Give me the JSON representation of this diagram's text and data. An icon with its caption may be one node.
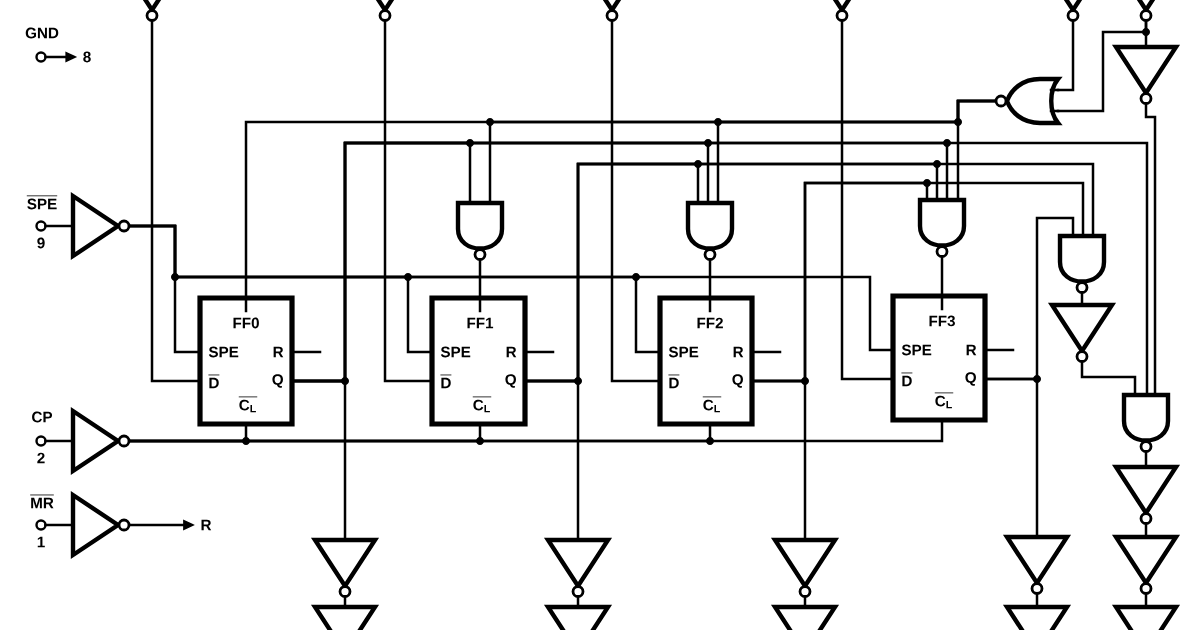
{
  "diagram": {
    "nodes": [
      {
        "text": [
          "GND"
        ]
      },
      {
        "text": [
          "8"
        ]
      },
      {
        "text": [],
        "shape": "triangle"
      },
      {
        "text": [],
        "shape": "triangle"
      },
      {
        "text": [],
        "shape": "triangle"
      },
      {
        "text": [],
        "shape": "triangle"
      },
      {
        "text": [],
        "shape": "triangle"
      },
      {
        "text": [],
        "shape": "triangle"
      },
      {
        "text": [],
        "shape": "gate"
      },
      {
        "text": [],
        "shape": "triangle"
      },
      {
        "text": [
          "SPE",
          "9"
        ]
      },
      {
        "text": [],
        "shape": "triangle"
      },
      {
        "text": [],
        "shape": "gate"
      },
      {
        "text": [],
        "shape": "gate"
      },
      {
        "text": [],
        "shape": "gate"
      },
      {
        "text": [],
        "shape": "gate"
      },
      {
        "text": [
          "FF0",
          "SPE",
          "R",
          "D",
          "Q",
          "C$_{L}$"
        ]
      },
      {
        "text": [
          "FF1",
          "SPE",
          "R",
          "D",
          "Q",
          "C$_{L}$"
        ]
      },
      {
        "text": [
          "FF2",
          "SPE",
          "R",
          "D",
          "Q",
          "C$_{L}$"
        ]
      },
      {
        "text": [
          "FF3",
          "SPE",
          "R",
          "D",
          "Q",
          "C$_{L}$"
        ]
      },
      {
        "text": [],
        "shape": "triangle"
      },
      {
        "text": [
          "CP",
          "2"
        ]
      },
      {
        "text": [],
        "shape": "triangle"
      },
      {
        "text": [],
        "shape": "gate"
      },
      {
        "text": [
          "MR",
          "1"
        ]
      },
      {
        "text": [],
        "shape": "triangle"
      },
      {
        "text": [
          "R"
        ]
      },
      {
        "text": [],
        "shape": "triangle"
      },
      {
        "text": [],
        "shape": "triangle"
      },
      {
        "text": [],
        "shape": "triangle"
      },
      {
        "text": [],
        "shape": "triangle"
      },
      {
        "text": [],
        "shape": "triangle"
      },
      {
        "text": [],
        "shape": "triangle"
      },
      {
        "text": [],
        "shape": "triangle"
      },
      {
        "text": [],
        "shape": "triangle"
      },
      {
        "text": [],
        "shape": "triangle"
      },
      {
        "text": [],
        "shape": "triangle"
      },
      {
        "text": [],
        "shape": "triangle"
      }
    ],
    "edges": [
      {
        "from": 0,
        "to": 1,
        "arrow": "to"
      },
      {
        "from": 10,
        "to": 11,
        "arrow": "none"
      },
      {
        "from": 21,
        "to": 22,
        "arrow": "none"
      },
      {
        "from": 24,
        "to": 25,
        "arrow": "none"
      },
      {
        "from": 25,
        "to": 26,
        "arrow": "to"
      },
      {
        "from": 11,
        "to": 16,
        "arrow": "none"
      },
      {
        "from": 11,
        "to": 17,
        "arrow": "none"
      },
      {
        "from": 11,
        "to": 18,
        "arrow": "none"
      },
      {
        "from": 11,
        "to": 19,
        "arrow": "none"
      },
      {
        "from": 22,
        "to": 16,
        "arrow": "none"
      },
      {
        "from": 22,
        "to": 17,
        "arrow": "none"
      },
      {
        "from": 22,
        "to": 18,
        "arrow": "none"
      },
      {
        "from": 22,
        "to": 19,
        "arrow": "none"
      },
      {
        "from": 2,
        "to": 16,
        "arrow": "none"
      },
      {
        "from": 3,
        "to": 17,
        "arrow": "none"
      },
      {
        "from": 4,
        "to": 18,
        "arrow": "none"
      },
      {
        "from": 5,
        "to": 19,
        "arrow": "none"
      },
      {
        "from": 6,
        "to": 8,
        "arrow": "none"
      },
      {
        "from": 7,
        "to": 8,
        "arrow": "none"
      },
      {
        "from": 7,
        "to": 9,
        "arrow": "none"
      },
      {
        "from": 8,
        "to": 16,
        "arrow": "none"
      },
      {
        "from": 8,
        "to": 12,
        "arrow": "none"
      },
      {
        "from": 8,
        "to": 13,
        "arrow": "none"
      },
      {
        "from": 8,
        "to": 14,
        "arrow": "none"
      },
      {
        "from": 12,
        "to": 17,
        "arrow": "none"
      },
      {
        "from": 13,
        "to": 18,
        "arrow": "none"
      },
      {
        "from": 14,
        "to": 19,
        "arrow": "none"
      },
      {
        "from": 16,
        "to": 12,
        "arrow": "none"
      },
      {
        "from": 16,
        "to": 13,
        "arrow": "none"
      },
      {
        "from": 16,
        "to": 14,
        "arrow": "none"
      },
      {
        "from": 16,
        "to": 23,
        "arrow": "none"
      },
      {
        "from": 16,
        "to": 27,
        "arrow": "none"
      },
      {
        "from": 17,
        "to": 13,
        "arrow": "none"
      },
      {
        "from": 17,
        "to": 14,
        "arrow": "none"
      },
      {
        "from": 17,
        "to": 15,
        "arrow": "none"
      },
      {
        "from": 17,
        "to": 29,
        "arrow": "none"
      },
      {
        "from": 18,
        "to": 14,
        "arrow": "none"
      },
      {
        "from": 18,
        "to": 15,
        "arrow": "none"
      },
      {
        "from": 18,
        "to": 31,
        "arrow": "none"
      },
      {
        "from": 19,
        "to": 15,
        "arrow": "none"
      },
      {
        "from": 19,
        "to": 33,
        "arrow": "none"
      },
      {
        "from": 15,
        "to": 20,
        "arrow": "none"
      },
      {
        "from": 20,
        "to": 23,
        "arrow": "none"
      },
      {
        "from": 9,
        "to": 23,
        "arrow": "none"
      },
      {
        "from": 23,
        "to": 35,
        "arrow": "none"
      },
      {
        "from": 35,
        "to": 36,
        "arrow": "none"
      },
      {
        "from": 36,
        "to": 37,
        "arrow": "none"
      },
      {
        "from": 27,
        "to": 28,
        "arrow": "none"
      },
      {
        "from": 29,
        "to": 30,
        "arrow": "none"
      },
      {
        "from": 31,
        "to": 32,
        "arrow": "none"
      },
      {
        "from": 33,
        "to": 34,
        "arrow": "none"
      }
    ]
  }
}
